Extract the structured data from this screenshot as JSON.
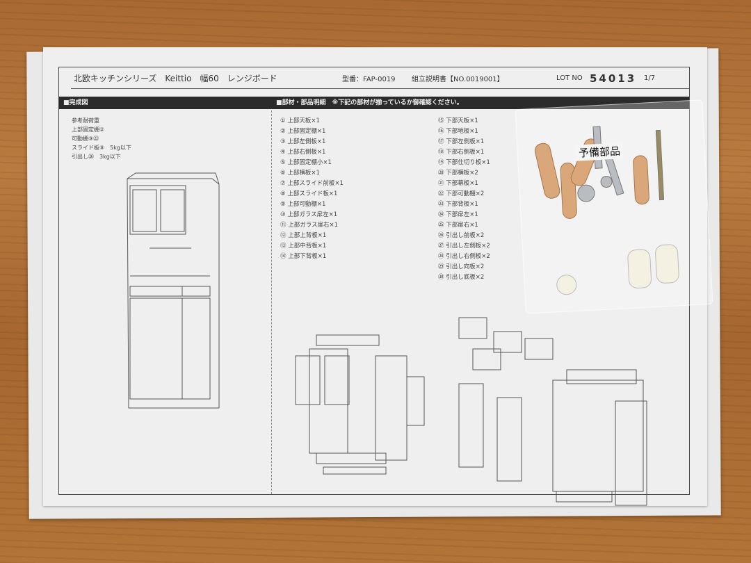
{
  "header": {
    "title": "北欧キッチンシリーズ　Keittio　幅60　レンジボード",
    "model": "型番：FAP-0019",
    "manual": "組立説明書【NO.0019001】",
    "lot_label": "LOT NO",
    "lot_number": "54013",
    "page": "1/7"
  },
  "sections": {
    "completed": "■完成図",
    "parts": "■部材・部品明細　※下記の部材が揃っているか御確認ください。"
  },
  "notes": [
    "参考耐荷重",
    "上部固定棚②",
    "可動棚⑨㉒",
    "スライド板⑧　5kg以下",
    "引出し㉖　3kg以下"
  ],
  "parts_upper": [
    "① 上部天板×1",
    "② 上部固定棚×1",
    "③ 上部左側板×1",
    "④ 上部右側板×1",
    "⑤ 上部固定棚小×1",
    "⑥ 上部横板×1",
    "⑦ 上部スライド前板×1",
    "⑧ 上部スライド板×1",
    "⑨ 上部可動棚×1",
    "⑩ 上部ガラス扉左×1",
    "⑪ 上部ガラス扉右×1",
    "⑫ 上部上背板×1",
    "⑬ 上部中背板×1",
    "⑭ 上部下背板×1"
  ],
  "parts_lower": [
    "⑮ 下部天板×1",
    "⑯ 下部地板×1",
    "⑰ 下部左側板×1",
    "⑱ 下部右側板×1",
    "⑲ 下部仕切り板×1",
    "⑳ 下部横板×2",
    "㉑ 下部幕板×1",
    "㉒ 下部可動棚×2",
    "㉓ 下部背板×1",
    "㉔ 下部扉左×1",
    "㉕ 下部扉右×1",
    "㉖ 引出し前板×2",
    "㉗ 引出し左側板×2",
    "㉘ 引出し右側板×2",
    "㉙ 引出し向板×2",
    "㉚ 引出し底板×2"
  ],
  "bag_label": "予備部品"
}
